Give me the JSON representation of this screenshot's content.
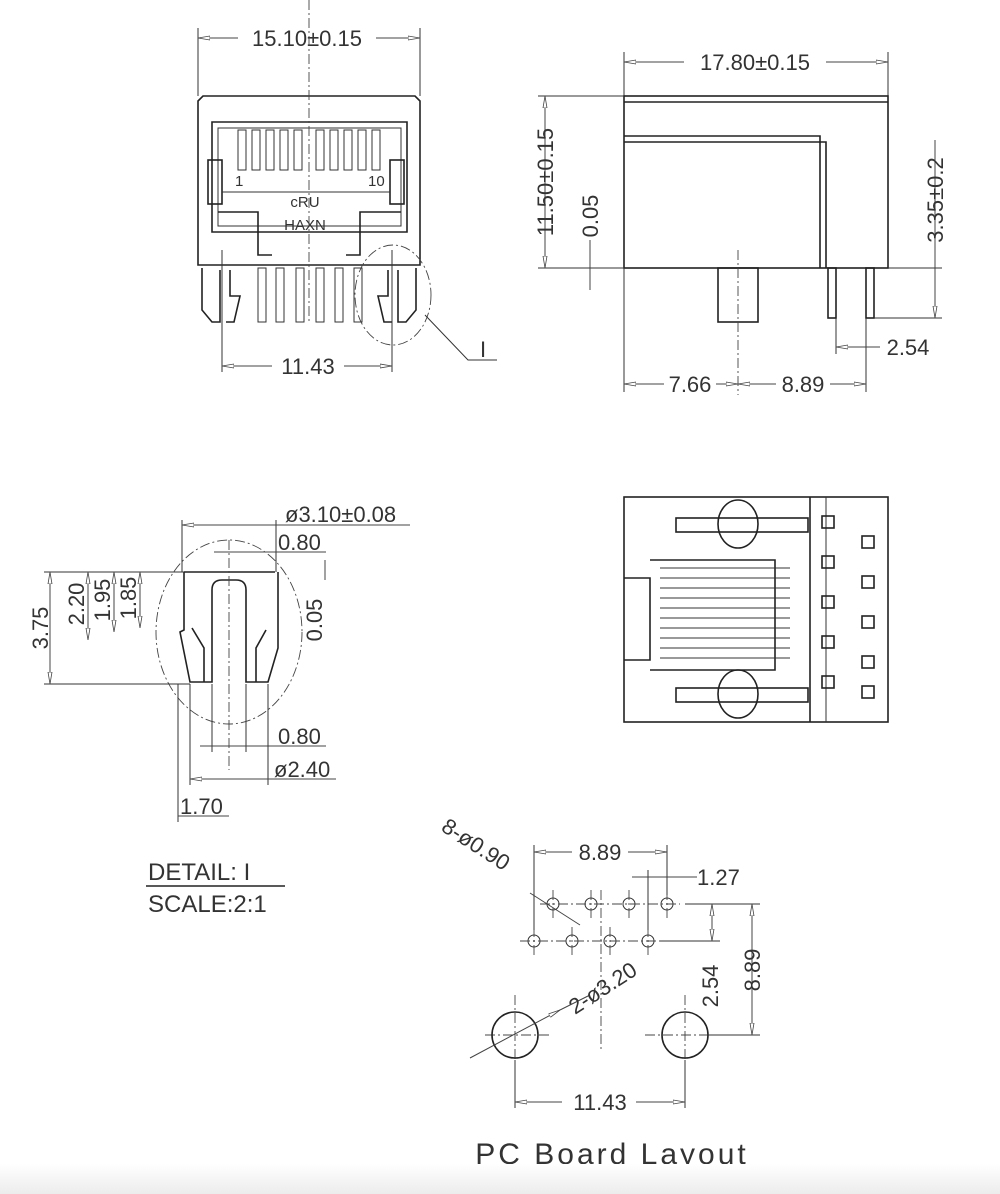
{
  "front_view": {
    "width_dim": "15.10±0.15",
    "pin_span_dim": "11.43",
    "pin_label_first": "1",
    "pin_label_last": "10",
    "cert_mark": "cRU",
    "marking": "HAXN",
    "detail_callout": "I"
  },
  "side_view": {
    "length_dim": "17.80±0.15",
    "height_dim": "11.50±0.15",
    "offset_dim": "0.05",
    "pin_length_dim": "3.35±0.2",
    "pin_pitch_dim": "2.54",
    "post_offset_dim": "7.66",
    "pin_offset_dim": "8.89"
  },
  "detail": {
    "post_dia": "ø3.10±0.08",
    "slot_top": "0.80",
    "height_total": "3.75",
    "height_a": "2.20",
    "height_b": "1.95",
    "height_c": "1.85",
    "offset": "0.05",
    "slot_bottom": "0.80",
    "hole_dia": "ø2.40",
    "width": "1.70",
    "title": "DETAIL: I",
    "scale": "SCALE:2:1"
  },
  "pcb_layout": {
    "small_holes": "8-ø0.90",
    "row_span": "8.89",
    "stagger": "1.27",
    "large_holes": "2-ø3.20",
    "row_pitch": "2.54",
    "post_to_row": "8.89",
    "post_span": "11.43",
    "title": "PC Board Layout"
  }
}
